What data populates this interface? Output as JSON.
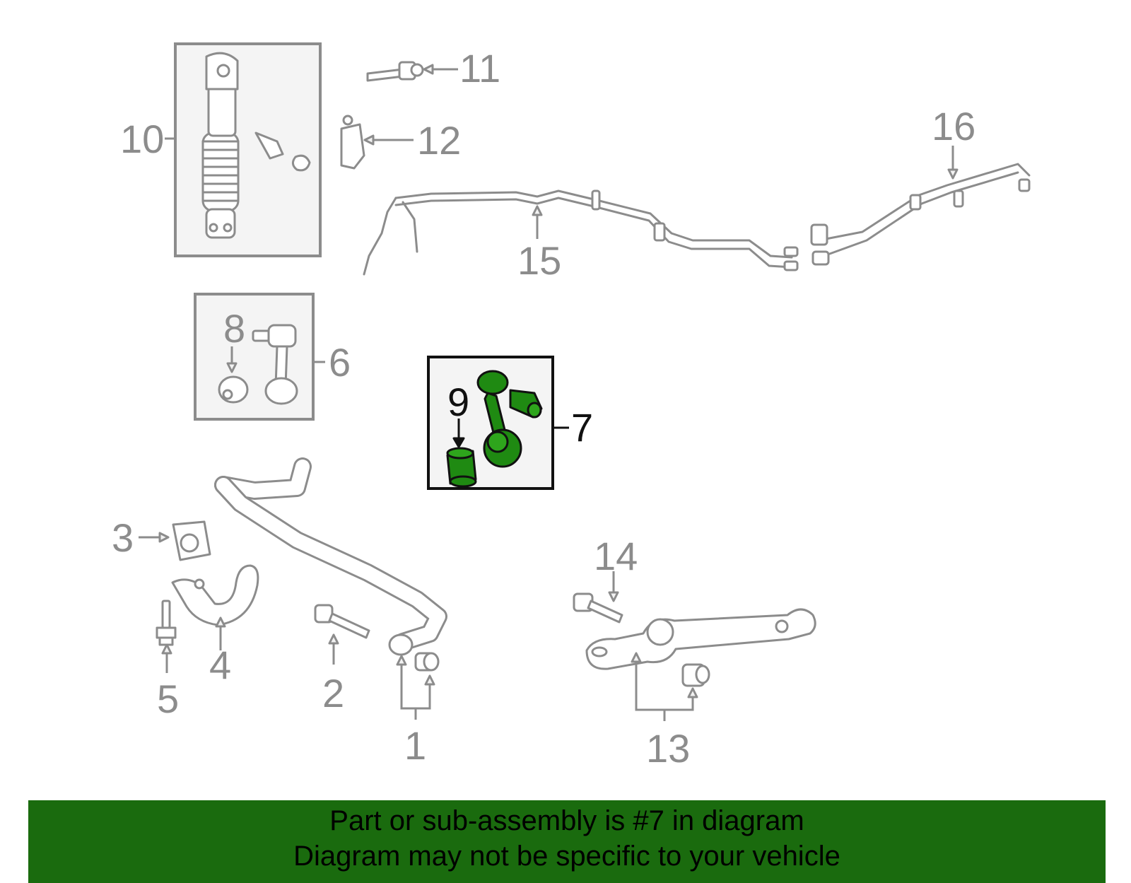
{
  "callouts": {
    "c1": "1",
    "c2": "2",
    "c3": "3",
    "c4": "4",
    "c5": "5",
    "c6": "6",
    "c7": "7",
    "c8": "8",
    "c9": "9",
    "c10": "10",
    "c11": "11",
    "c12": "12",
    "c13": "13",
    "c14": "14",
    "c15": "15",
    "c16": "16"
  },
  "highlight": {
    "callout": "7",
    "color": "#1f8a12"
  },
  "colors": {
    "line_art": "#8c8c8c",
    "highlight_outline": "#111111",
    "banner_bg": "#1a6b0e"
  },
  "banner": {
    "line1": "Part or sub-assembly is #7 in diagram",
    "line2": "Diagram may not be specific to your vehicle"
  }
}
